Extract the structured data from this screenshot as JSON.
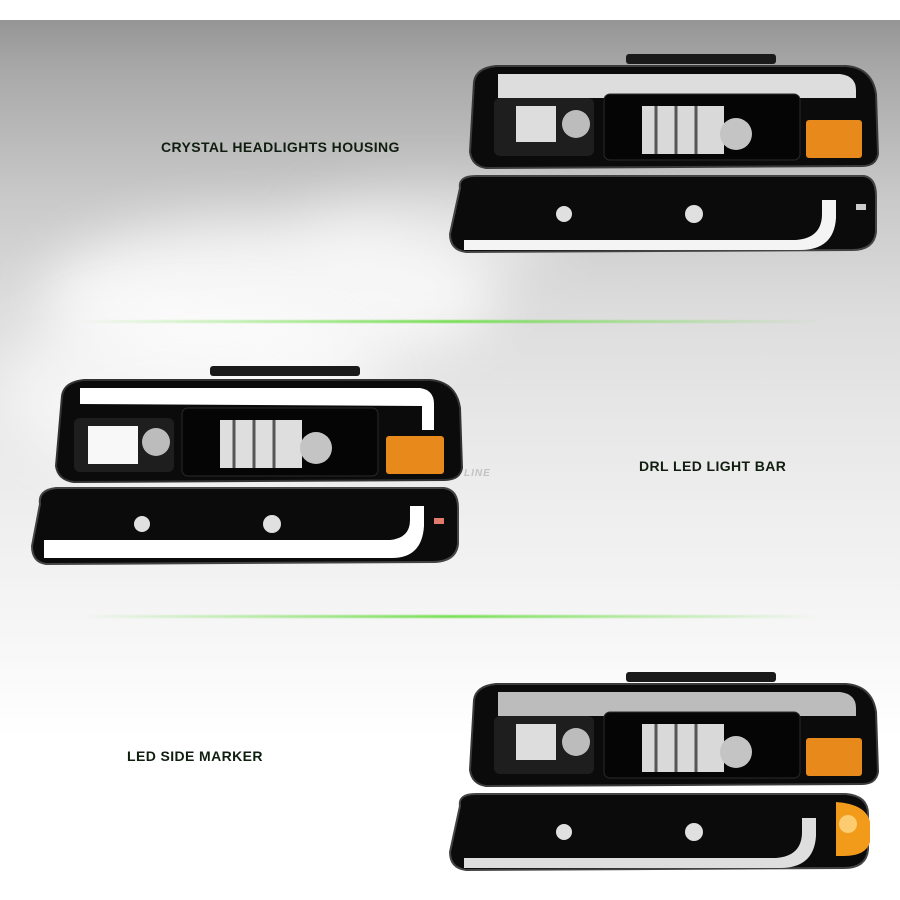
{
  "labels": {
    "housing": "CRYSTAL HEADLIGHTS HOUSING",
    "drl": "DRL LED LIGHT BAR",
    "marker": "LED SIDE MARKER"
  },
  "colors": {
    "divider_glow": "#64dc3c",
    "label_text": "#101e10",
    "amber": "#e8891c",
    "housing_black": "#0a0a0a",
    "drl_white": "#ffffff"
  },
  "icons": [
    "headlight-assembly-image",
    "bumper-lamp-image",
    "amber-marker-light"
  ]
}
